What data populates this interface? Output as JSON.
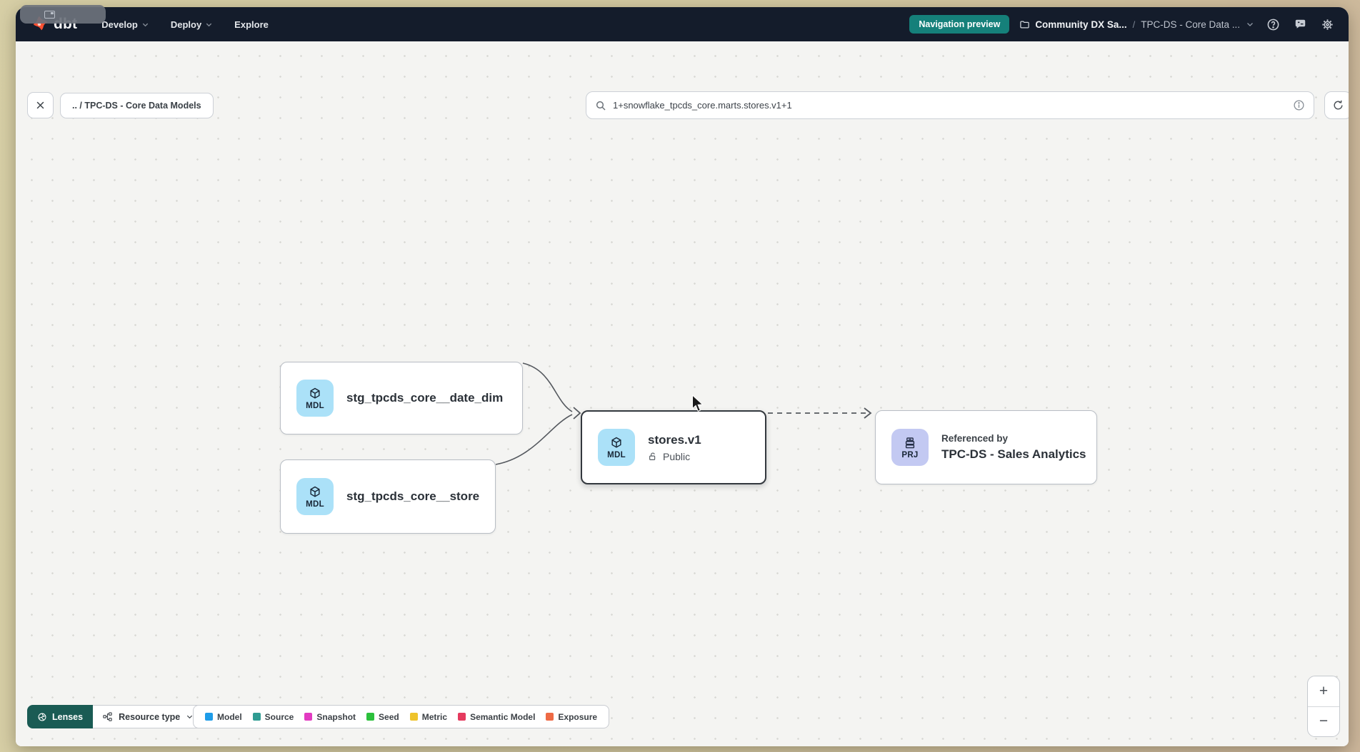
{
  "navbar": {
    "logo_text": "dbt",
    "menus": [
      {
        "label": "Develop"
      },
      {
        "label": "Deploy"
      },
      {
        "label": "Explore"
      }
    ],
    "preview_badge": "Navigation preview",
    "breadcrumb": {
      "project": "Community DX Sa...",
      "separator": "/",
      "current": "TPC-DS - Core Data ..."
    }
  },
  "toolbar": {
    "back_chip": ".. / TPC-DS - Core Data Models",
    "search": {
      "value": "1+snowflake_tpcds_core.marts.stores.v1+1"
    }
  },
  "graph": {
    "nodes": [
      {
        "badge": "MDL",
        "label": "stg_tpcds_core__date_dim"
      },
      {
        "badge": "MDL",
        "label": "stg_tpcds_core__store"
      },
      {
        "badge": "MDL",
        "label": "stores.v1",
        "access": "Public"
      },
      {
        "badge": "PRJ",
        "kicker": "Referenced by",
        "label": "TPC-DS - Sales Analytics"
      }
    ]
  },
  "footer": {
    "lenses_label": "Lenses",
    "resource_type_label": "Resource type",
    "legend": [
      {
        "label": "Model",
        "color": "#1e9ce8"
      },
      {
        "label": "Source",
        "color": "#2f9c92"
      },
      {
        "label": "Snapshot",
        "color": "#e23ac1"
      },
      {
        "label": "Seed",
        "color": "#2cc03c"
      },
      {
        "label": "Metric",
        "color": "#eec32b"
      },
      {
        "label": "Semantic Model",
        "color": "#e53a5e"
      },
      {
        "label": "Exposure",
        "color": "#ee6a45"
      }
    ]
  },
  "zoom_controls": {
    "zoom_in": "+",
    "zoom_out": "−"
  },
  "colors": {
    "model_tile_bg": "#abe1f8",
    "project_tile_bg": "#c3c9f2",
    "navbar_bg": "#141c2b",
    "badge_teal": "#15807a",
    "lenses_teal": "#1a5b54"
  }
}
